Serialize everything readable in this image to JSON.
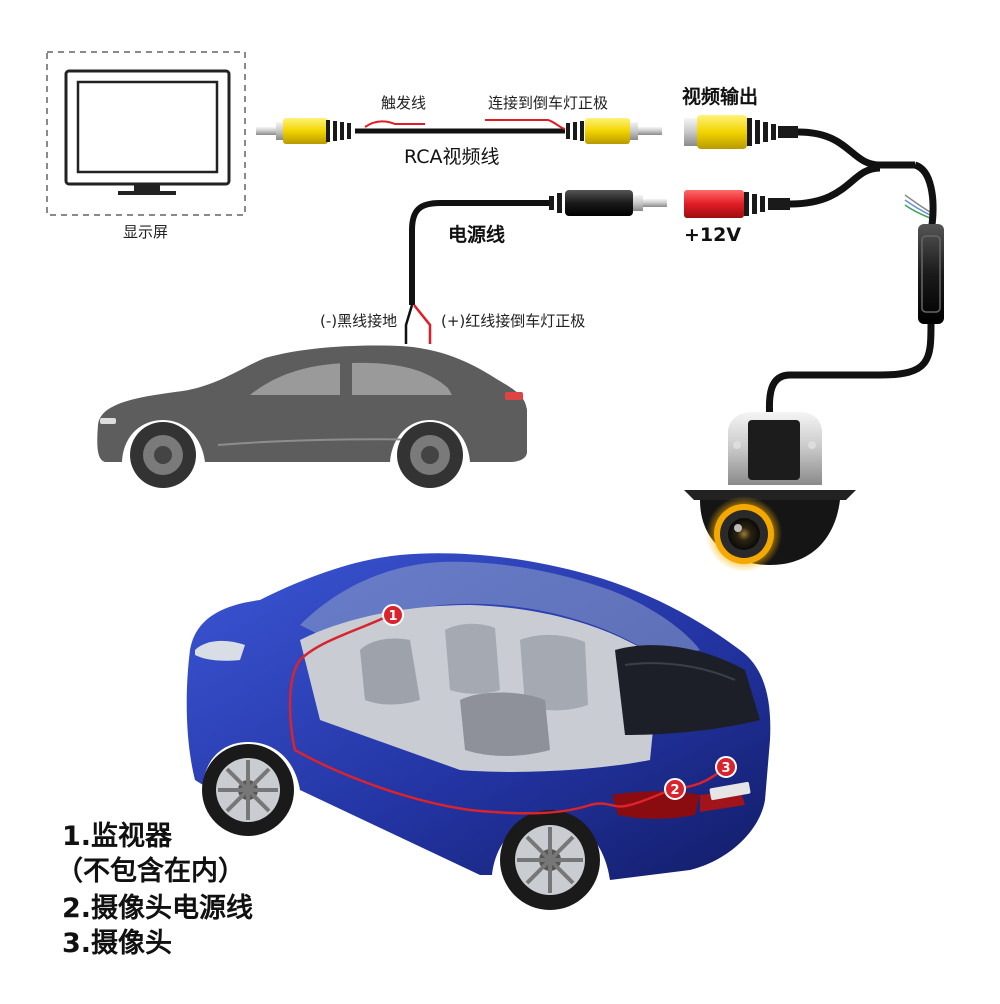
{
  "labels": {
    "monitor": "显示屏",
    "trigger_wire": "触发线",
    "connect_reverse_light": "连接到倒车灯正极",
    "rca_video": "RCA视频线",
    "video_output": "视频输出",
    "power_wire": "电源线",
    "plus_12v": "+12V",
    "ground_wire": "(-)黑线接地",
    "red_wire": "(+)红线接倒车灯正极"
  },
  "legend": {
    "item1": "1.监视器",
    "item1_note": "（不包含在内）",
    "item2": "2.摄像头电源线",
    "item3": "3.摄像头"
  },
  "markers": [
    "1",
    "2",
    "3"
  ],
  "colors": {
    "rca_yellow": "#f2d400",
    "power_red": "#e21c24",
    "cable_black": "#111111",
    "car_gray": "#5d5d5d",
    "suv_blue": "#2a3fa6",
    "route_red": "#d9232d"
  }
}
